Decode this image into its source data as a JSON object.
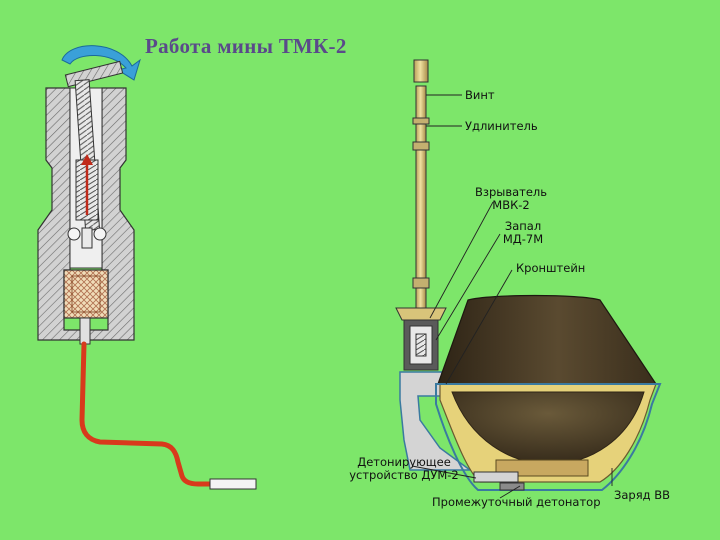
{
  "title": "Работа мины ТМК-2",
  "labels": {
    "vint": "Винт",
    "udlinitel": "Удлинитель",
    "vzryvatel_1": "Взрыватель",
    "vzryvatel_2": "МВК-2",
    "zapal_1": "Запал",
    "zapal_2": "МД-7М",
    "kronshtein": "Кронштейн",
    "detonator_device_1": "Детонирующее",
    "detonator_device_2": "устройство ДУМ-2",
    "intermediate_detonator": "Промежуточный детонатор",
    "charge": "Заряд ВВ"
  },
  "colors": {
    "background": "#7de66a",
    "title": "#5a4a8a",
    "body_gray": "#d4d4d4",
    "stem_tan": "#d8c47a",
    "cone_dark": "#4a3a24",
    "wire_red": "#d83a1c",
    "arrow_blue": "#3aa0d8",
    "explosive_yellow": "#e6d27a",
    "explosive_tan": "#c8a860"
  }
}
